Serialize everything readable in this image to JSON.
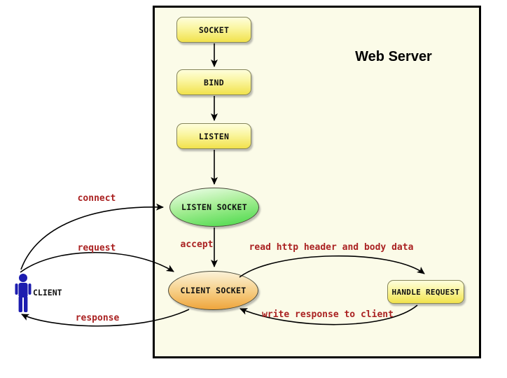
{
  "diagram": {
    "title": "Web Server",
    "nodes": {
      "socket": "SOCKET",
      "bind": "BIND",
      "listen": "LISTEN",
      "listen_socket": "LISTEN SOCKET",
      "client_socket": "CLIENT SOCKET",
      "handle_request": "HANDLE REQUEST",
      "client": "CLIENT"
    },
    "edge_labels": {
      "connect": "connect",
      "request": "request",
      "response": "response",
      "accept": "accept",
      "read": "read http header and body data",
      "write": "write response to client"
    },
    "colors": {
      "server_box_bg": "#FBFBE8",
      "server_box_border": "#000000",
      "yellow_node_top": "#FEFEDC",
      "yellow_node_bottom": "#F1E24C",
      "green_node_top": "#F2FFEF",
      "green_node_bottom": "#46D846",
      "orange_node_top": "#FBF2D8",
      "orange_node_bottom": "#EFA53C",
      "edge_label_red": "#AA2222",
      "client_figure_blue": "#1C1CAF",
      "arrow_black": "#000000"
    }
  }
}
